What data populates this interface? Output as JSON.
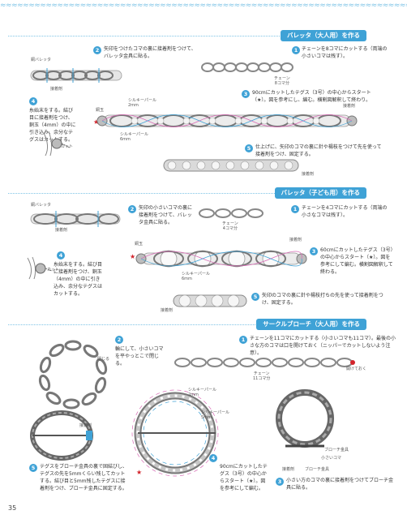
{
  "border_pattern": "≈≈≈≈≈≈≈≈≈≈≈≈≈≈≈≈≈≈≈≈≈≈≈≈≈≈≈≈≈≈≈≈≈≈≈≈≈≈≈≈≈≈≈≈≈≈≈≈≈≈≈≈≈≈≈≈≈≈≈≈≈≈≈≈≈≈≈≈≈≈≈≈≈≈≈",
  "colors": {
    "accent": "#3fa2d6",
    "star": "#d2232a",
    "chain": "#8a8a8a",
    "pearl": "#e8e8e8",
    "thread": "#d86ab5"
  },
  "sections": [
    {
      "title": "バレッタ（大人用）を作る"
    },
    {
      "title": "バレッタ（子ども用）を作る"
    },
    {
      "title": "サークルブローチ（大人用）を作る"
    }
  ],
  "adult": {
    "step1": "チェーンを8コマにカットする（両端の小さいコマは残す）。",
    "step2": "矢印をつけたコマの裏に接着剤をつけて、バレッタ金具に貼る。",
    "step3": "90cmにカットしたテグス（3号）の中心からスタート（★）。図を参考にし、編む。横割図解釈して終わり。",
    "step4": "糸始末をする。結び目に接着剤をつけ、銅玉（4mm）の中に引き込み、余分なテグスはカットする。",
    "step5": "仕上げに、矢印のコマの裏に針や楊枝をつけて先を使って接着剤をつけ、固定する。",
    "label_barrette": "銅バレッタ",
    "label_glue": "接着剤",
    "label_chain": "チェーン\n8コマ分",
    "label_pearl_2mm": "シルキーパール\n2mm",
    "label_pearl_6mm": "シルキーパール\n6mm",
    "label_bead": "銅玉",
    "label_cut": "カット"
  },
  "kids": {
    "step1": "チェーンを4コマにカットする（両端の小さなコマは残す）。",
    "step2": "矢印の小さいコマの裏に接着剤をつけて、バレッタ金具に貼る。",
    "step3": "60cmにカットしたテグス（3号）の中心からスタート（★）。図を参考にして編む。横割図解釈して終わる。",
    "step4": "糸始末をする。結び目に接着剤をつけ、銅玉（4mm）の中に引き込み、余分なテグスはカットする。",
    "step5": "矢印のコマの裏に針や楊枝打ちの先を使って接着剤をつけ、固定する。",
    "label_barrette": "銅バレッタ",
    "label_glue": "接着剤",
    "label_chain": "チェーン\n4コマ分",
    "label_pearl": "シルキーパール\n6mm",
    "label_bead": "銅玉",
    "label_cut": "カット"
  },
  "brooch": {
    "step1": "チェーンを11コマにカットする（小さいコマも11コマ）。最後の小さな方のコマは口を開けておく（ニッパーでカットしないよう注意）。",
    "step2": "輪にして、小さいコマを平やっとこで閉じる。",
    "step3": "小さい方のコマの裏に接着剤をつけてブローチ金具に貼る。",
    "step4": "90cmにカットしたテグス（3号）の中心からスタート（★）。図を参考にして編む。",
    "step5": "テグスをブローチ金具の裏で固結びし、テグスの先を5mmくらい残してカットする。結び目と5mm残したテグスに接着剤をつけ、ブローチ金具に固定する。",
    "label_close": "閉じる",
    "label_open": "開けておく",
    "label_chain": "チェーン\n11コマ分",
    "label_glue": "接着剤",
    "label_pearl_2mm": "シルキーパール\n2mm",
    "label_pearl_5mm": "シルキーパール\n5mm",
    "label_brooch": "ブローチ金具",
    "label_small_link": "小さいコマ"
  },
  "page_number": "35"
}
